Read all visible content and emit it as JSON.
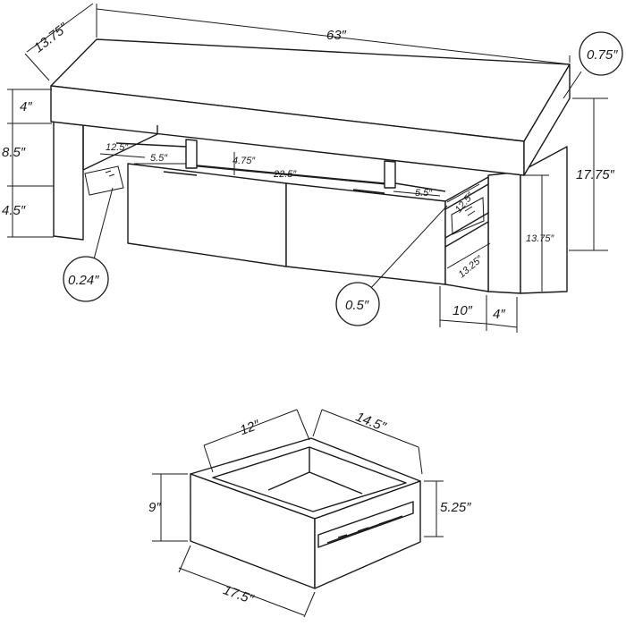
{
  "console": {
    "dimensions": {
      "depth": "13.75″",
      "width": "63″",
      "top_thickness": "0.75″",
      "top_band": "4″",
      "upper_opening": "8.5″",
      "lower_gap": "4.5″",
      "total_height": "17.75″",
      "side_opening_width": "12.5″",
      "left_compartment": "5.5″",
      "center_height": "4.75″",
      "center_width": "22.5″",
      "right_compartment": "5.5″",
      "side_shelf_depth": "12.5″",
      "side_height": "13.75″",
      "side_shelf_width": "13.25″",
      "leg_inset": "10″",
      "leg_width": "4″",
      "glass_thickness": "0.24″",
      "panel_thickness": "0.5″"
    }
  },
  "drawer": {
    "dimensions": {
      "inner_depth": "12″",
      "inner_width": "14.5″",
      "height": "9″",
      "side_height": "5.25″",
      "front_width": "17.5″"
    }
  }
}
